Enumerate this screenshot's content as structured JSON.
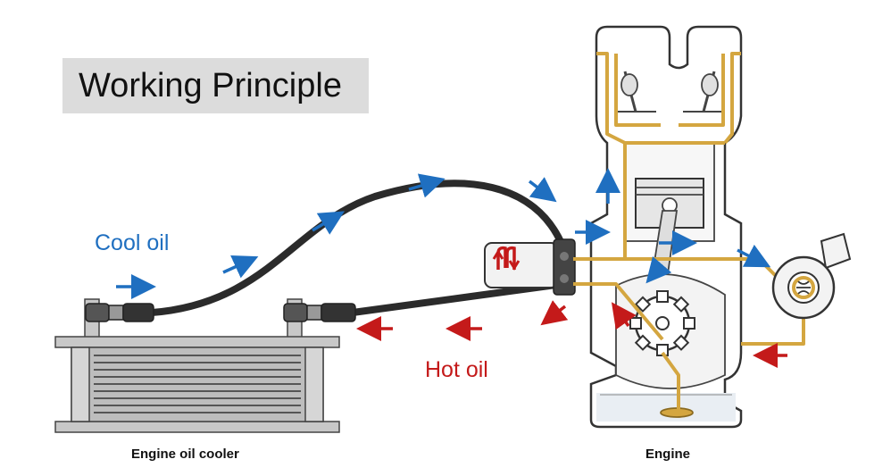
{
  "title": "Working Principle",
  "labels": {
    "cool_oil": "Cool oil",
    "hot_oil": "Hot oil",
    "cooler_caption": "Engine oil cooler",
    "engine_caption": "Engine"
  },
  "colors": {
    "cool_arrow": "#1f6fc0",
    "hot_arrow": "#c41a1a",
    "oil_line": "#d4a640",
    "hose": "#2b2b2b",
    "title_bg": "#dcdcdc"
  },
  "icons": [
    "flow-arrow",
    "oil-filter",
    "turbocharger",
    "oil-pump-gear",
    "valve",
    "piston",
    "oil-pan"
  ]
}
